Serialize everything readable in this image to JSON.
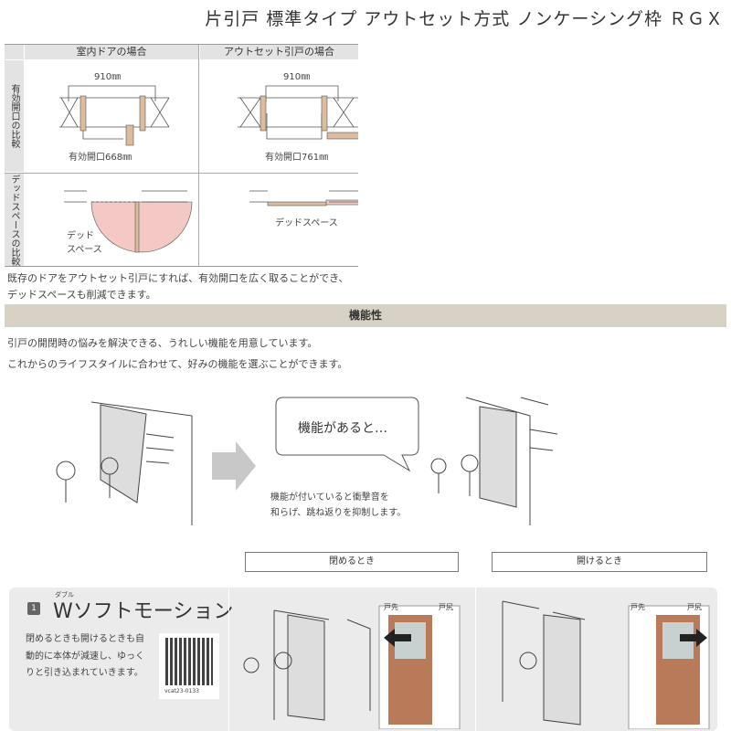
{
  "title": "片引戸 標準タイプ アウトセット方式 ノンケーシング枠 ＲＧＸ",
  "comparison": {
    "col_headers": [
      "室内ドアの場合",
      "アウトセット引戸の場合"
    ],
    "row_headers": [
      "有効開口の比較",
      "デッドスペースの比較"
    ],
    "width_label": "910㎜",
    "opening_left": "有効開口668㎜",
    "opening_right": "有効開口761㎜",
    "dead_left": "デッド\nスペース",
    "dead_right": "デッドスペース",
    "caption": [
      "既存のドアをアウトセット引戸にすれば、有効開口を広く取ることができ、",
      "デッドスペースも削減できます。"
    ],
    "colors": {
      "wood": "#dcbc9c",
      "dead": "#f4c8c4"
    }
  },
  "section": {
    "title": "機能性",
    "lines": [
      "引戸の開閉時の悩みを解決できる、うれしい機能を用意しています。",
      "これからのライフスタイルに合わせて、好みの機能を選ぶことができます。"
    ]
  },
  "illustration": {
    "bubble": "機能があると…",
    "note": [
      "機能が付いていると衝撃音を",
      "和らげ、跳ね返りを抑制します。"
    ]
  },
  "buttons": {
    "close": "閉めるとき",
    "open": "開けるとき"
  },
  "feature": {
    "number": "1",
    "ruby": "ダブル",
    "title": "Wソフトモーション",
    "desc": [
      "閉めるときも開けるときも自",
      "動的に本体が減速し、ゆっく",
      "りと引き込まれていきます。"
    ],
    "qr_code": "vcat23-0133",
    "door_labels": [
      "戸先",
      "戸尻"
    ]
  }
}
